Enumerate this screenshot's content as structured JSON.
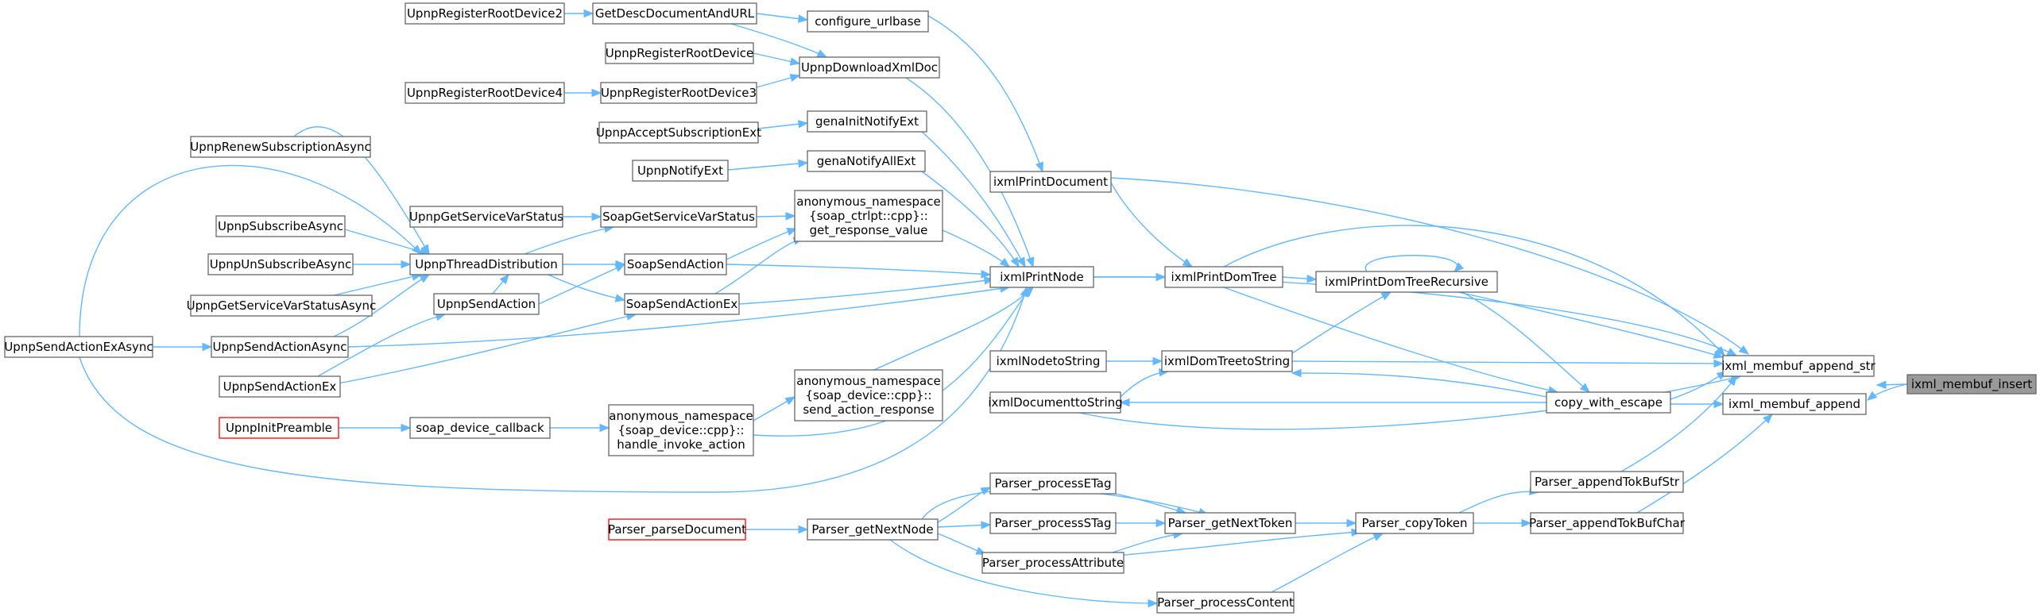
{
  "nodes": [
    {
      "id": "n_insert",
      "lines": [
        "ixml_membuf_insert"
      ],
      "style": "focus"
    },
    {
      "id": "n_append_str",
      "lines": [
        "ixml_membuf_append_str"
      ],
      "style": "normal"
    },
    {
      "id": "n_append",
      "lines": [
        "ixml_membuf_append"
      ],
      "style": "normal"
    },
    {
      "id": "n_print_document",
      "lines": [
        "ixmlPrintDocument"
      ],
      "style": "normal"
    },
    {
      "id": "n_print_node",
      "lines": [
        "ixmlPrintNode"
      ],
      "style": "normal"
    },
    {
      "id": "n_print_dom_tree",
      "lines": [
        "ixmlPrintDomTree"
      ],
      "style": "normal"
    },
    {
      "id": "n_print_dom_tree_rec",
      "lines": [
        "ixmlPrintDomTreeRecursive"
      ],
      "style": "normal"
    },
    {
      "id": "n_nodeto_string",
      "lines": [
        "ixmlNodetoString"
      ],
      "style": "normal"
    },
    {
      "id": "n_domtree_to_string",
      "lines": [
        "ixmlDomTreetoString"
      ],
      "style": "normal"
    },
    {
      "id": "n_document_to_string",
      "lines": [
        "ixmlDocumenttoString"
      ],
      "style": "normal"
    },
    {
      "id": "n_copy_with_escape",
      "lines": [
        "copy_with_escape"
      ],
      "style": "normal"
    },
    {
      "id": "n_append_tok_buf_str",
      "lines": [
        "Parser_appendTokBufStr"
      ],
      "style": "normal"
    },
    {
      "id": "n_append_tok_buf_char",
      "lines": [
        "Parser_appendTokBufChar"
      ],
      "style": "normal"
    },
    {
      "id": "n_copy_token",
      "lines": [
        "Parser_copyToken"
      ],
      "style": "normal"
    },
    {
      "id": "n_get_next_token",
      "lines": [
        "Parser_getNextToken"
      ],
      "style": "normal"
    },
    {
      "id": "n_process_etag",
      "lines": [
        "Parser_processETag"
      ],
      "style": "normal"
    },
    {
      "id": "n_process_stag",
      "lines": [
        "Parser_processSTag"
      ],
      "style": "normal"
    },
    {
      "id": "n_process_attribute",
      "lines": [
        "Parser_processAttribute"
      ],
      "style": "normal"
    },
    {
      "id": "n_process_content",
      "lines": [
        "Parser_processContent"
      ],
      "style": "normal"
    },
    {
      "id": "n_get_next_node",
      "lines": [
        "Parser_getNextNode"
      ],
      "style": "normal"
    },
    {
      "id": "n_parse_document",
      "lines": [
        "Parser_parseDocument"
      ],
      "style": "red"
    },
    {
      "id": "n_configure_urlbase",
      "lines": [
        "configure_urlbase"
      ],
      "style": "normal"
    },
    {
      "id": "n_get_desc_doc",
      "lines": [
        "GetDescDocumentAndURL"
      ],
      "style": "normal"
    },
    {
      "id": "n_register_root2",
      "lines": [
        "UpnpRegisterRootDevice2"
      ],
      "style": "normal"
    },
    {
      "id": "n_register_root",
      "lines": [
        "UpnpRegisterRootDevice"
      ],
      "style": "normal"
    },
    {
      "id": "n_download_xml",
      "lines": [
        "UpnpDownloadXmlDoc"
      ],
      "style": "normal"
    },
    {
      "id": "n_register_root4",
      "lines": [
        "UpnpRegisterRootDevice4"
      ],
      "style": "normal"
    },
    {
      "id": "n_register_root3",
      "lines": [
        "UpnpRegisterRootDevice3"
      ],
      "style": "normal"
    },
    {
      "id": "n_accept_sub_ext",
      "lines": [
        "UpnpAcceptSubscriptionExt"
      ],
      "style": "normal"
    },
    {
      "id": "n_gena_init_notify",
      "lines": [
        "genaInitNotifyExt"
      ],
      "style": "normal"
    },
    {
      "id": "n_notify_ext",
      "lines": [
        "UpnpNotifyExt"
      ],
      "style": "normal"
    },
    {
      "id": "n_gena_notify_all",
      "lines": [
        "genaNotifyAllExt"
      ],
      "style": "normal"
    },
    {
      "id": "n_get_response_value",
      "lines": [
        "anonymous_namespace",
        "{soap_ctrlpt::cpp}::",
        "get_response_value"
      ],
      "style": "normal"
    },
    {
      "id": "n_get_service_var_status",
      "lines": [
        "UpnpGetServiceVarStatus"
      ],
      "style": "normal"
    },
    {
      "id": "n_soap_get_service_var_status",
      "lines": [
        "SoapGetServiceVarStatus"
      ],
      "style": "normal"
    },
    {
      "id": "n_renew_sub_async",
      "lines": [
        "UpnpRenewSubscriptionAsync"
      ],
      "style": "normal"
    },
    {
      "id": "n_subscribe_async",
      "lines": [
        "UpnpSubscribeAsync"
      ],
      "style": "normal"
    },
    {
      "id": "n_unsubscribe_async",
      "lines": [
        "UpnpUnSubscribeAsync"
      ],
      "style": "normal"
    },
    {
      "id": "n_get_service_var_status_async",
      "lines": [
        "UpnpGetServiceVarStatusAsync"
      ],
      "style": "normal"
    },
    {
      "id": "n_thread_distribution",
      "lines": [
        "UpnpThreadDistribution"
      ],
      "style": "normal"
    },
    {
      "id": "n_soap_send_action",
      "lines": [
        "SoapSendAction"
      ],
      "style": "normal"
    },
    {
      "id": "n_soap_send_action_ex",
      "lines": [
        "SoapSendActionEx"
      ],
      "style": "normal"
    },
    {
      "id": "n_send_action",
      "lines": [
        "UpnpSendAction"
      ],
      "style": "normal"
    },
    {
      "id": "n_send_action_async",
      "lines": [
        "UpnpSendActionAsync"
      ],
      "style": "normal"
    },
    {
      "id": "n_send_action_ex",
      "lines": [
        "UpnpSendActionEx"
      ],
      "style": "normal"
    },
    {
      "id": "n_send_action_ex_async",
      "lines": [
        "UpnpSendActionExAsync"
      ],
      "style": "normal"
    },
    {
      "id": "n_init_preamble",
      "lines": [
        "UpnpInitPreamble"
      ],
      "style": "red"
    },
    {
      "id": "n_soap_device_callback",
      "lines": [
        "soap_device_callback"
      ],
      "style": "normal"
    },
    {
      "id": "n_handle_invoke_action",
      "lines": [
        "anonymous_namespace",
        "{soap_device::cpp}::",
        "handle_invoke_action"
      ],
      "style": "normal"
    },
    {
      "id": "n_send_action_response",
      "lines": [
        "anonymous_namespace",
        "{soap_device::cpp}::",
        "send_action_response"
      ],
      "style": "normal"
    }
  ]
}
